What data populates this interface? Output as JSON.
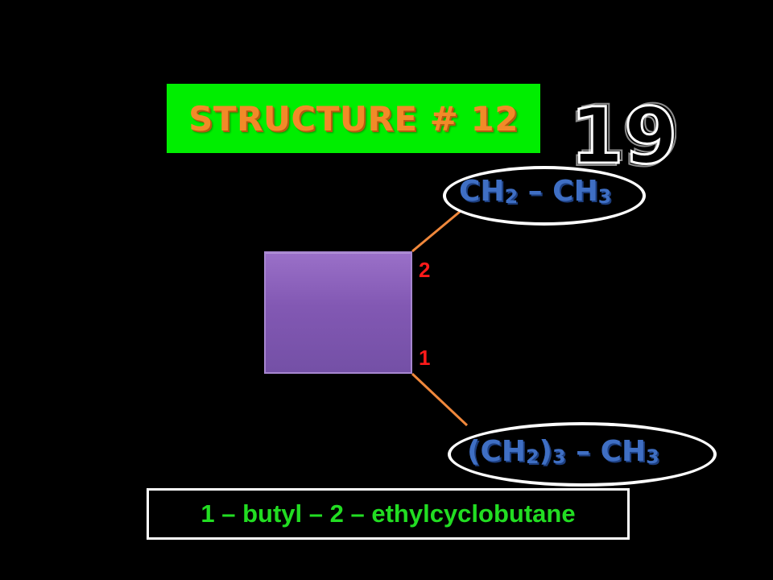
{
  "title": "STRUCTURE # 12",
  "timer": {
    "value": "19"
  },
  "ring": {
    "carbon_labels": [
      "2",
      "1"
    ]
  },
  "substituents": {
    "top": {
      "parts": [
        "CH",
        "2",
        " – CH",
        "3"
      ]
    },
    "bottom": {
      "parts": [
        "(CH",
        "2",
        ")",
        "3",
        " – CH",
        "3"
      ]
    }
  },
  "answer": {
    "name": "1 – butyl – 2 – ethylcyclobutane"
  },
  "colors": {
    "background": "#000000",
    "banner": "#00ee00",
    "title_text": "#f28a28",
    "ring_fill": "#8a5fba",
    "carbon_number": "#ff1a1a",
    "substituent_text": "#3f6fc4",
    "bond_line": "#f0883c",
    "oval_stroke": "#ffffff",
    "answer_text": "#22dd22"
  }
}
